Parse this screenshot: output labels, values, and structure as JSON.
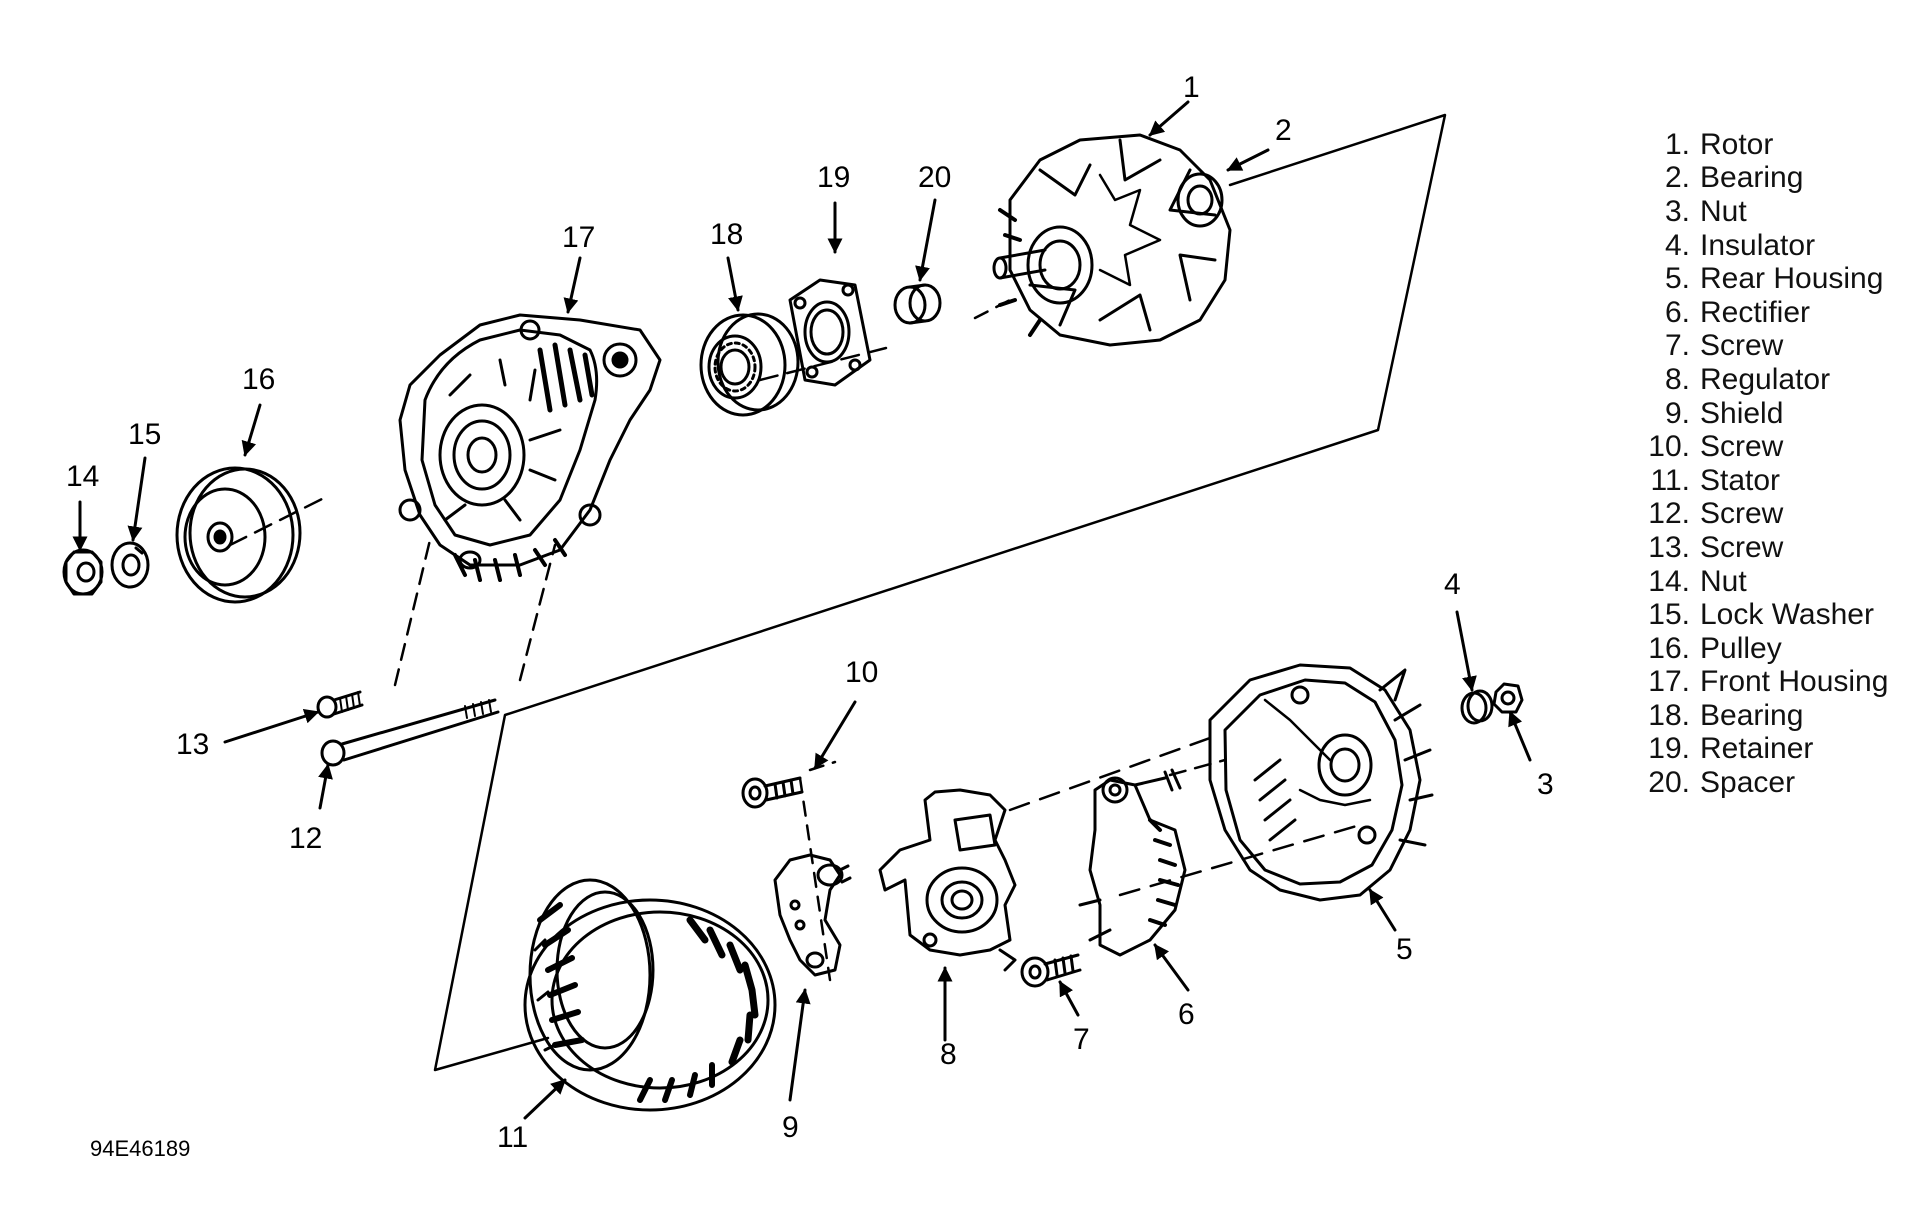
{
  "figure_code": "94E46189",
  "parts": [
    {
      "num": "1",
      "dot": ".",
      "name": "Rotor"
    },
    {
      "num": "2",
      "dot": ".",
      "name": "Bearing"
    },
    {
      "num": "3",
      "dot": ".",
      "name": "Nut"
    },
    {
      "num": "4",
      "dot": ".",
      "name": "Insulator"
    },
    {
      "num": "5",
      "dot": ".",
      "name": "Rear Housing"
    },
    {
      "num": "6",
      "dot": ".",
      "name": "Rectifier"
    },
    {
      "num": "7",
      "dot": ".",
      "name": "Screw"
    },
    {
      "num": "8",
      "dot": ".",
      "name": "Regulator"
    },
    {
      "num": "9",
      "dot": ".",
      "name": "Shield"
    },
    {
      "num": "10",
      "dot": ".",
      "name": "Screw"
    },
    {
      "num": "11",
      "dot": ".",
      "name": "Stator"
    },
    {
      "num": "12",
      "dot": ".",
      "name": "Screw"
    },
    {
      "num": "13",
      "dot": ".",
      "name": "Screw"
    },
    {
      "num": "14",
      "dot": ".",
      "name": "Nut"
    },
    {
      "num": "15",
      "dot": ".",
      "name": "Lock Washer"
    },
    {
      "num": "16",
      "dot": ".",
      "name": "Pulley"
    },
    {
      "num": "17",
      "dot": ".",
      "name": "Front Housing"
    },
    {
      "num": "18",
      "dot": ".",
      "name": "Bearing"
    },
    {
      "num": "19",
      "dot": ".",
      "name": "Retainer"
    },
    {
      "num": "20",
      "dot": ".",
      "name": "Spacer"
    }
  ],
  "callouts": {
    "c1": "1",
    "c2": "2",
    "c3": "3",
    "c4": "4",
    "c5": "5",
    "c6": "6",
    "c7": "7",
    "c8": "8",
    "c9": "9",
    "c10": "10",
    "c11": "11",
    "c12": "12",
    "c13": "13",
    "c14": "14",
    "c15": "15",
    "c16": "16",
    "c17": "17",
    "c18": "18",
    "c19": "19",
    "c20": "20"
  }
}
